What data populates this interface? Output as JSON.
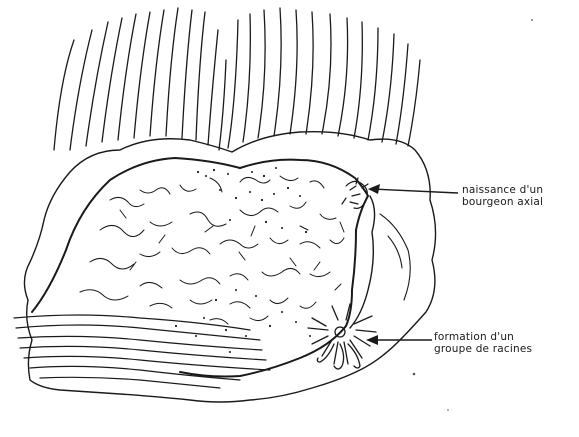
{
  "figure": {
    "labels": {
      "axillary_bud": {
        "line1": "naissance d'un",
        "line2": "bourgeon axial"
      },
      "root_group": {
        "line1": "formation d'un",
        "line2": "groupe de racines"
      }
    },
    "colors": {
      "ink": "#1a1a1a",
      "paper": "#ffffff"
    }
  }
}
